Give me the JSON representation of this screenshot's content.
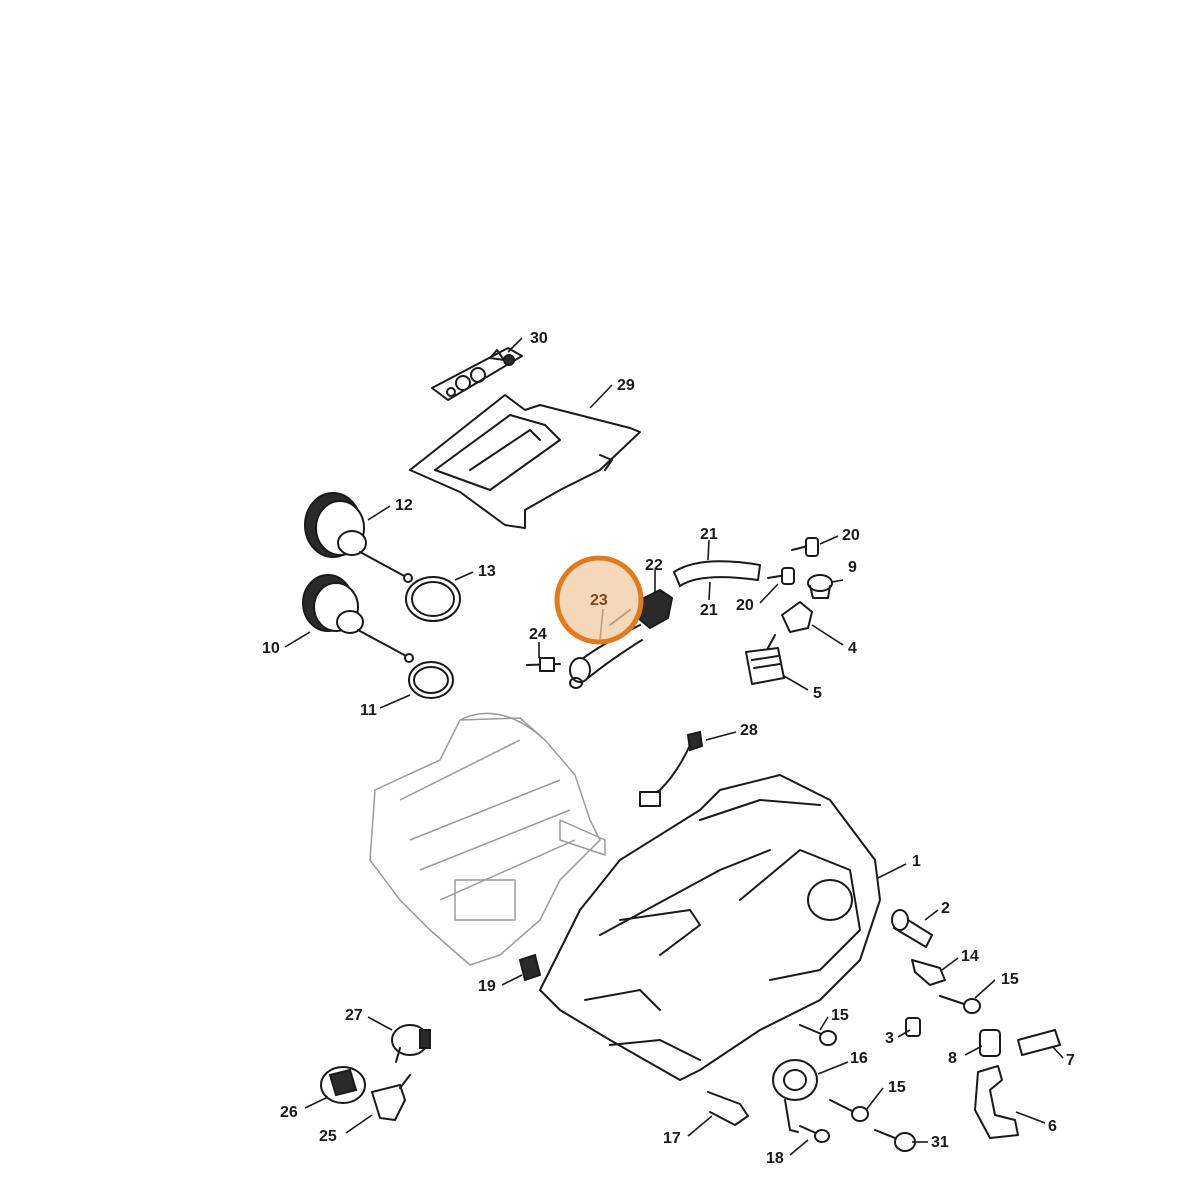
{
  "highlighted_part": "23",
  "colors": {
    "highlight_fill": "#f2c9a1",
    "highlight_stroke": "#e07b22",
    "line": "#1a1a1a",
    "engine_ghost": "#9a9a9a"
  },
  "callouts": {
    "c30": "30",
    "c29": "29",
    "c12": "12",
    "c13": "13",
    "c10": "10",
    "c11": "11",
    "c21a": "21",
    "c21b": "21",
    "c22": "22",
    "c23": "23",
    "c24": "24",
    "c20a": "20",
    "c20b": "20",
    "c9": "9",
    "c4": "4",
    "c5": "5",
    "c28": "28",
    "c1": "1",
    "c2": "2",
    "c14": "14",
    "c15a": "15",
    "c15b": "15",
    "c15c": "15",
    "c3": "3",
    "c8": "8",
    "c7": "7",
    "c16": "16",
    "c6": "6",
    "c31": "31",
    "c17": "17",
    "c18": "18",
    "c19": "19",
    "c27": "27",
    "c26": "26",
    "c25": "25"
  }
}
